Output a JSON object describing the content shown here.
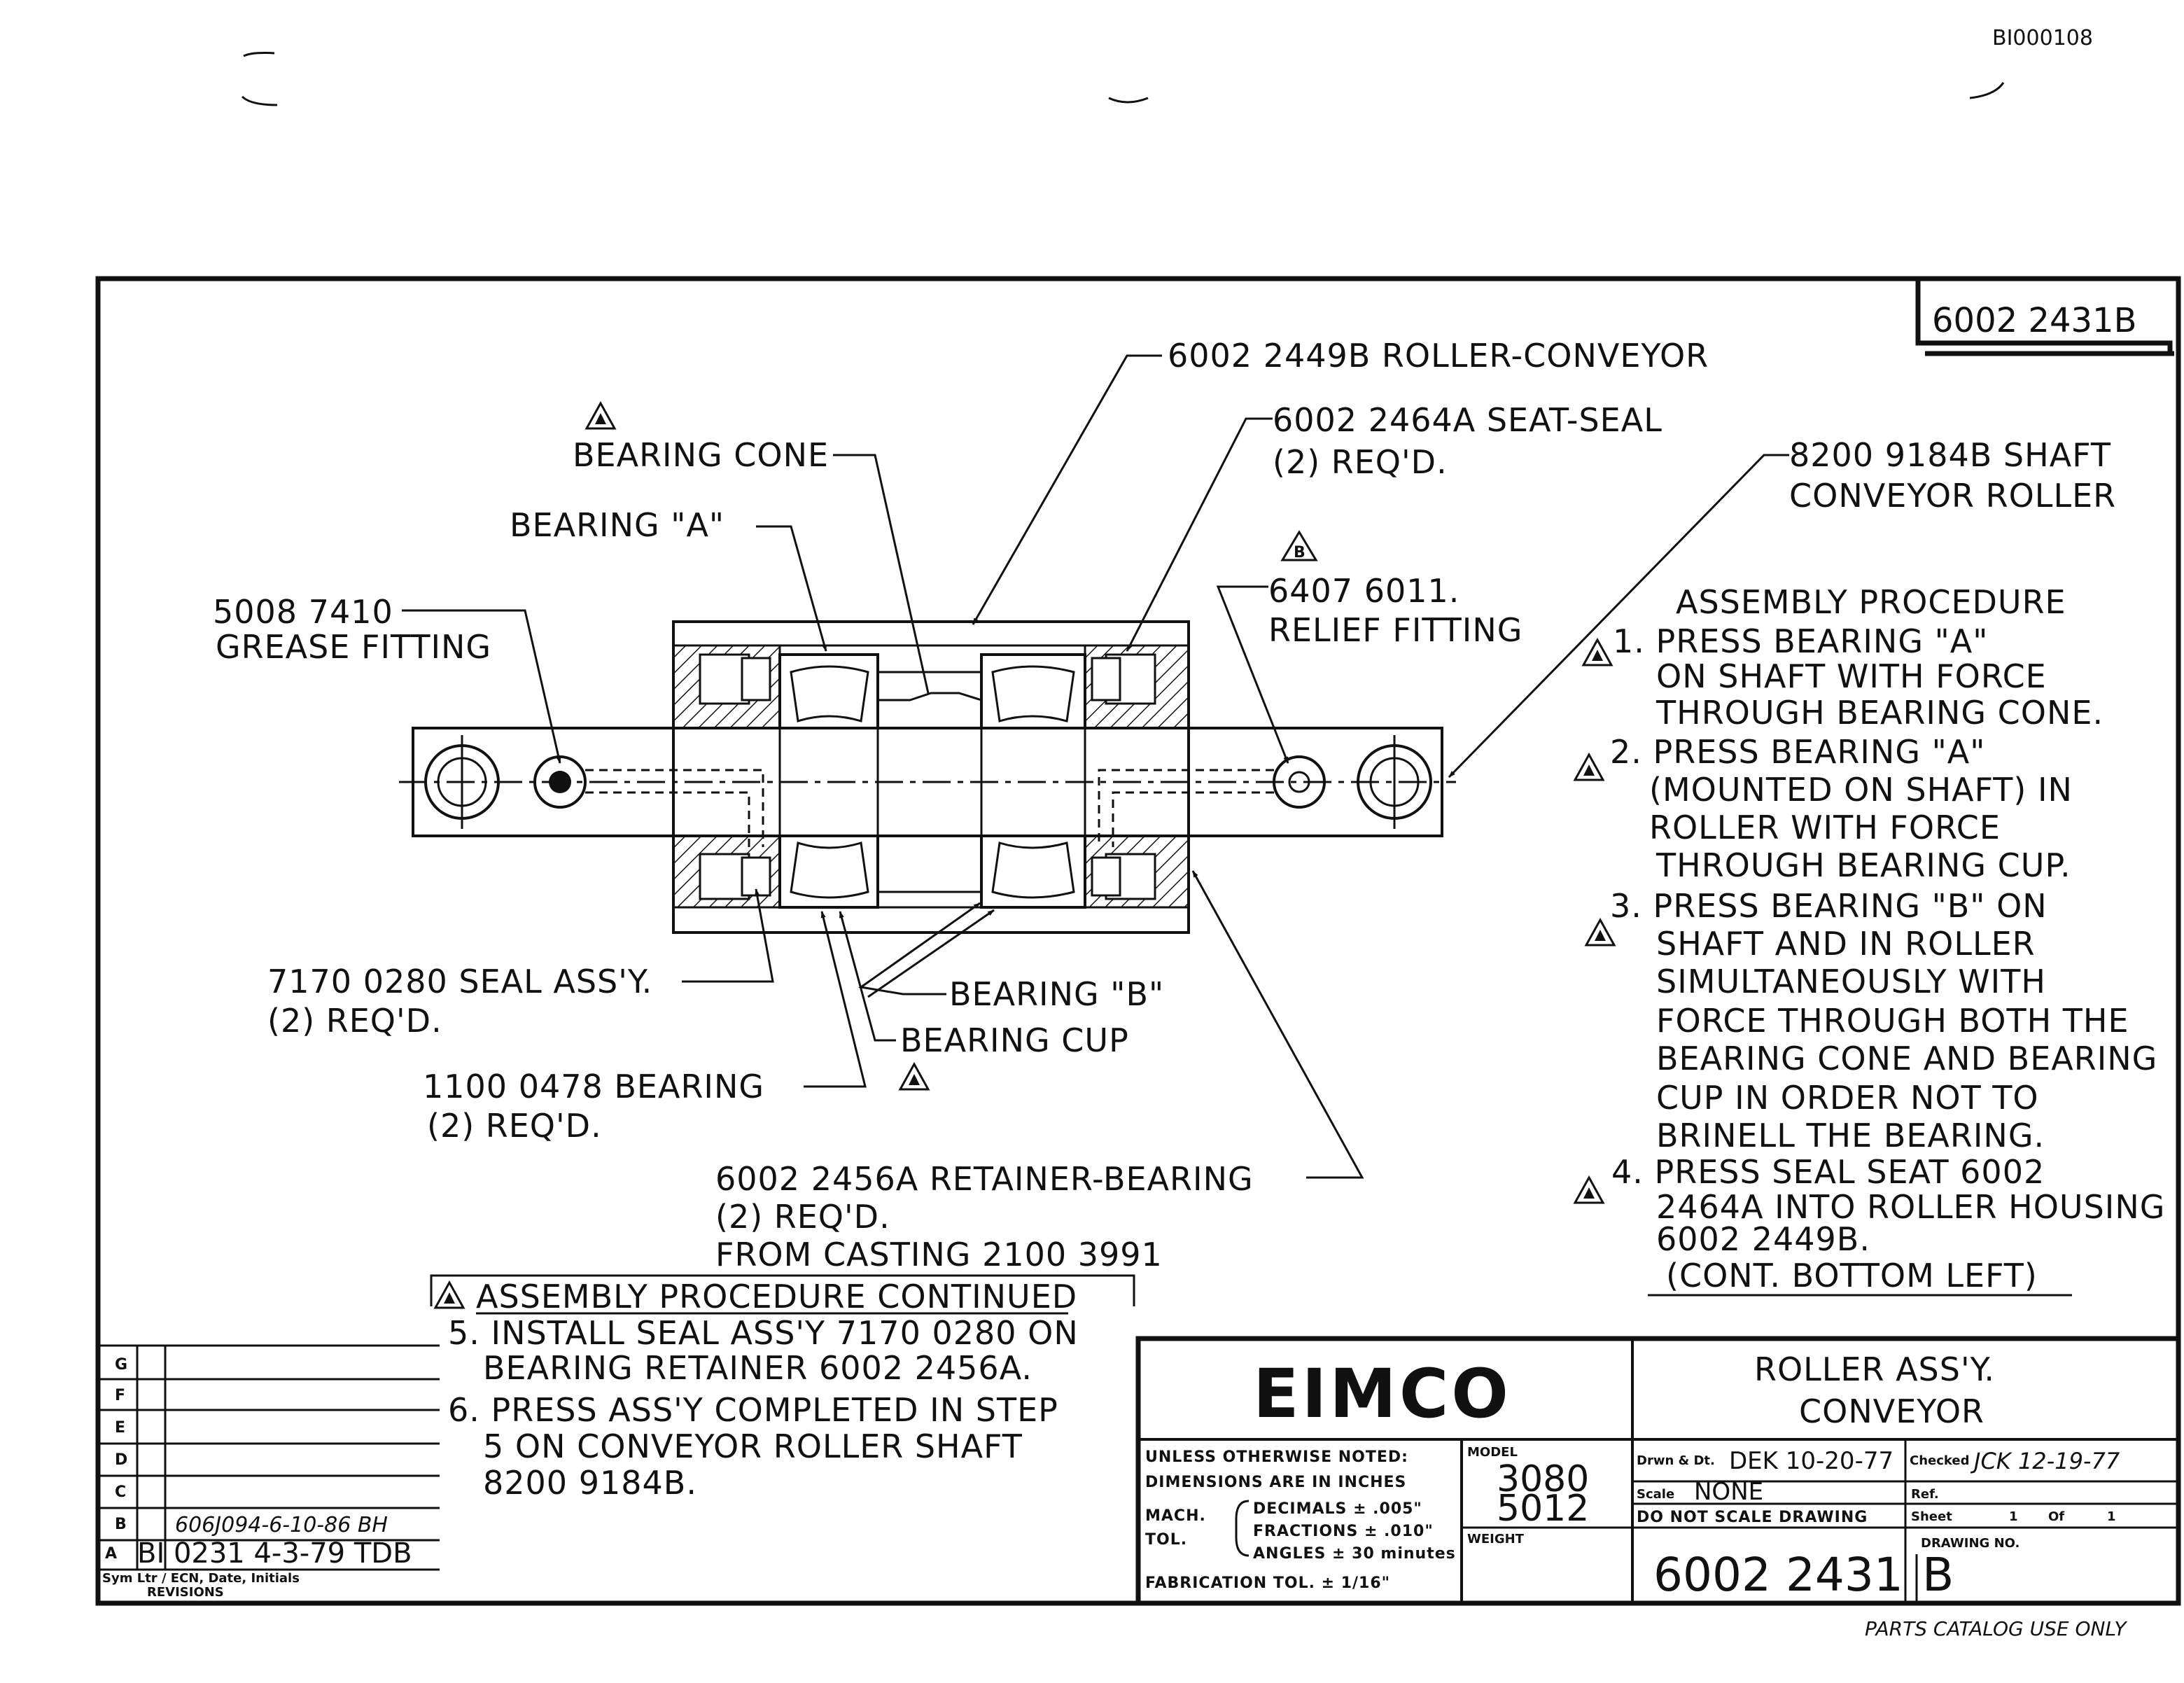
{
  "doc_id": "BI000108",
  "drawing_number_box": "6002 2431B",
  "callouts": {
    "roller_conveyor": "6002 2449B ROLLER-CONVEYOR",
    "seat_seal_1": "6002 2464A SEAT-SEAL",
    "seat_seal_2": "(2) REQ'D.",
    "shaft_1": "8200 9184B SHAFT",
    "shaft_2": "CONVEYOR ROLLER",
    "bearing_cone": "BEARING CONE",
    "bearing_a": "BEARING \"A\"",
    "grease_1": "5008 7410",
    "grease_2": "GREASE FITTING",
    "relief_1": "6407 6011.",
    "relief_2": "RELIEF FITTING",
    "seal_assy_1": "7170 0280 SEAL ASS'Y.",
    "seal_assy_2": "(2) REQ'D.",
    "bearing_b": "BEARING \"B\"",
    "bearing_cup": "BEARING CUP",
    "bearing_1": "1100 0478 BEARING",
    "bearing_2": "(2) REQ'D.",
    "retainer_1": "6002 2456A RETAINER-BEARING",
    "retainer_2": "(2) REQ'D.",
    "retainer_3": "FROM CASTING 2100 3991"
  },
  "procedure": {
    "title": "ASSEMBLY PROCEDURE",
    "lines": [
      "1. PRESS BEARING \"A\"",
      "ON SHAFT WITH FORCE",
      "THROUGH BEARING CONE.",
      "2. PRESS BEARING \"A\"",
      "(MOUNTED ON SHAFT) IN",
      "ROLLER WITH FORCE",
      "THROUGH BEARING CUP.",
      "3. PRESS BEARING \"B\" ON",
      "SHAFT AND IN ROLLER",
      "SIMULTANEOUSLY WITH",
      "FORCE THROUGH BOTH THE",
      "BEARING CONE AND BEARING",
      "CUP IN ORDER NOT TO",
      "BRINELL THE BEARING.",
      "4. PRESS SEAL SEAT 6002",
      "2464A INTO ROLLER HOUSING",
      "6002 2449B.",
      "(CONT. BOTTOM LEFT)"
    ]
  },
  "procedure_cont": {
    "title": "ASSEMBLY PROCEDURE CONTINUED",
    "lines": [
      "5. INSTALL SEAL ASS'Y 7170 0280 ON",
      "BEARING RETAINER 6002 2456A.",
      "6. PRESS ASS'Y COMPLETED IN STEP",
      "5 ON CONVEYOR ROLLER SHAFT",
      "8200 9184B."
    ]
  },
  "revisions": {
    "letters": [
      "G",
      "F",
      "E",
      "D",
      "C",
      "B",
      "A"
    ],
    "rev_b": "606J094-6-10-86 BH",
    "rev_a": "BI 0231 4-3-79 TDB",
    "footer_1": "Sym Ltr / ECN, Date, Initials",
    "footer_2": "REVISIONS"
  },
  "title_block": {
    "company": "EIMCO",
    "title_1": "ROLLER ASS'Y.",
    "title_2": "CONVEYOR",
    "notes_1": "UNLESS OTHERWISE NOTED:",
    "notes_2": "DIMENSIONS ARE IN INCHES",
    "mach": "MACH.",
    "tol": "TOL.",
    "decimals": "DECIMALS ± .005\"",
    "fractions": "FRACTIONS ± .010\"",
    "angles": "ANGLES ± 30 minutes",
    "fab_tol": "FABRICATION TOL. ± 1/16\"",
    "model_label": "MODEL",
    "model_1": "3080",
    "model_2": "5012",
    "weight_label": "WEIGHT",
    "drawn_label": "Drwn & Dt.",
    "drawn_value": "DEK 10-20-77",
    "checked_label": "Checked",
    "checked_value": "JCK 12-19-77",
    "scale_label": "Scale",
    "scale_value": "NONE",
    "ref_label": "Ref.",
    "no_scale": "DO NOT SCALE DRAWING",
    "sheet_label": "Sheet",
    "sheet_value": "1",
    "of_label": "Of",
    "of_value": "1",
    "dwg_label": "DRAWING NO.",
    "dwg_number": "6002 2431",
    "dwg_rev": "B"
  },
  "flag_letter": "B",
  "parts_catalog": "PARTS CATALOG USE ONLY"
}
